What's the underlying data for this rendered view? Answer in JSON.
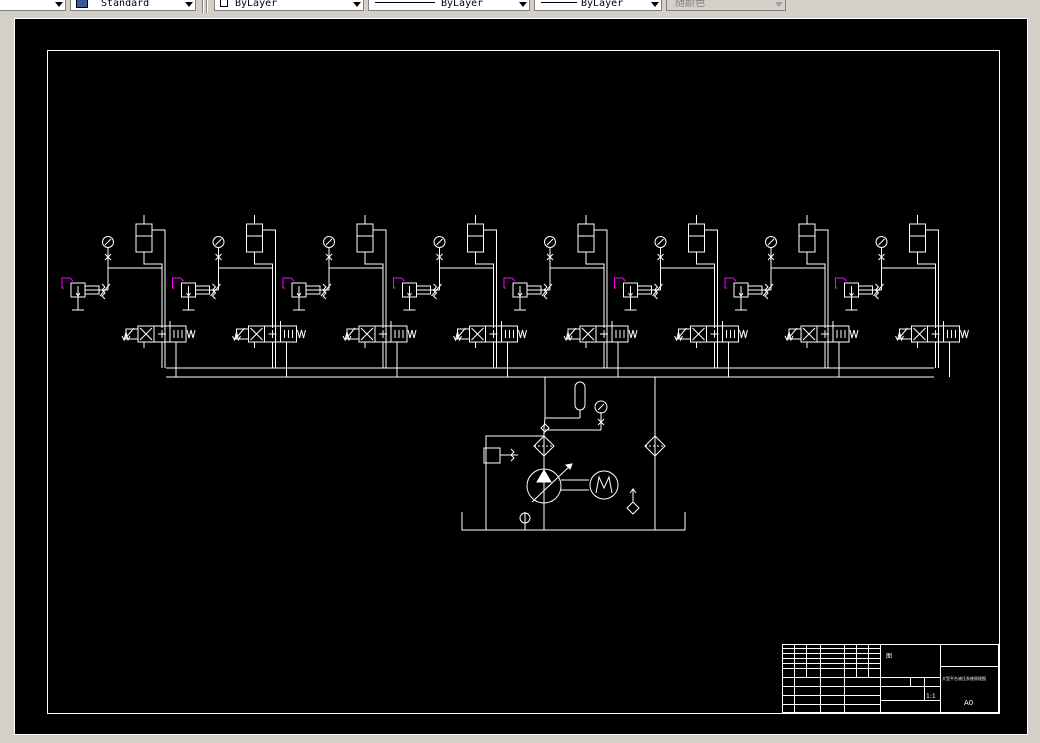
{
  "toolbar": {
    "text_style": "Standard",
    "layer": "ByLayer",
    "linetype": "ByLayer",
    "lineweight": "ByLayer",
    "plot_color": "随颜色"
  },
  "title_block": {
    "mark_char": "图",
    "drawing_title": "大型平台液压系统原理图",
    "scale": "1:1",
    "size": "A0"
  },
  "colors": {
    "canvas": "#000000",
    "lines": "#ffffff",
    "relief_valve_accent": "#ff00ff"
  }
}
